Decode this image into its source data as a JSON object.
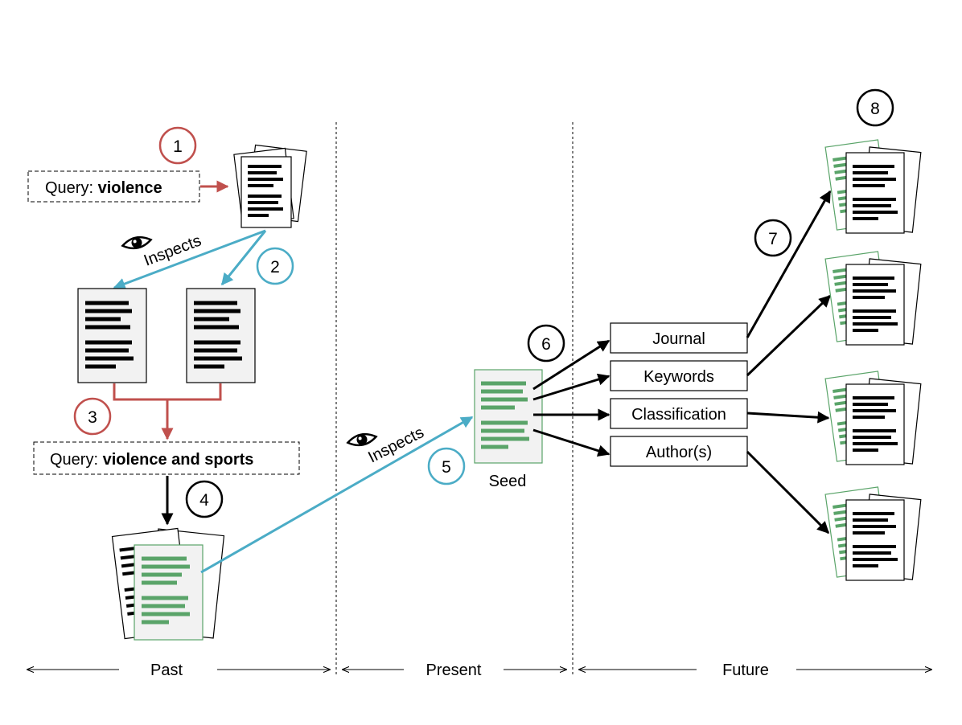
{
  "colors": {
    "red": "#c0504d",
    "teal": "#4bacc6",
    "green": "#5aa469",
    "black": "#000000",
    "paper_fill": "#f2f2f2"
  },
  "steps": {
    "s1": "1",
    "s2": "2",
    "s3": "3",
    "s4": "4",
    "s5": "5",
    "s6": "6",
    "s7": "7",
    "s8": "8"
  },
  "queries": {
    "q1_prefix": "Query: ",
    "q1_term": "violence",
    "q2_prefix": "Query: ",
    "q2_term": "violence and sports"
  },
  "labels": {
    "inspects_1": "Inspects",
    "inspects_2": "Inspects",
    "seed": "Seed"
  },
  "attributes": {
    "journal": "Journal",
    "keywords": "Keywords",
    "classification": "Classification",
    "authors": "Author(s)"
  },
  "timeline": {
    "past": "Past",
    "present": "Present",
    "future": "Future"
  },
  "icons": {
    "eye": "eye-icon",
    "document": "document-icon",
    "document_stack": "document-stack-icon"
  }
}
